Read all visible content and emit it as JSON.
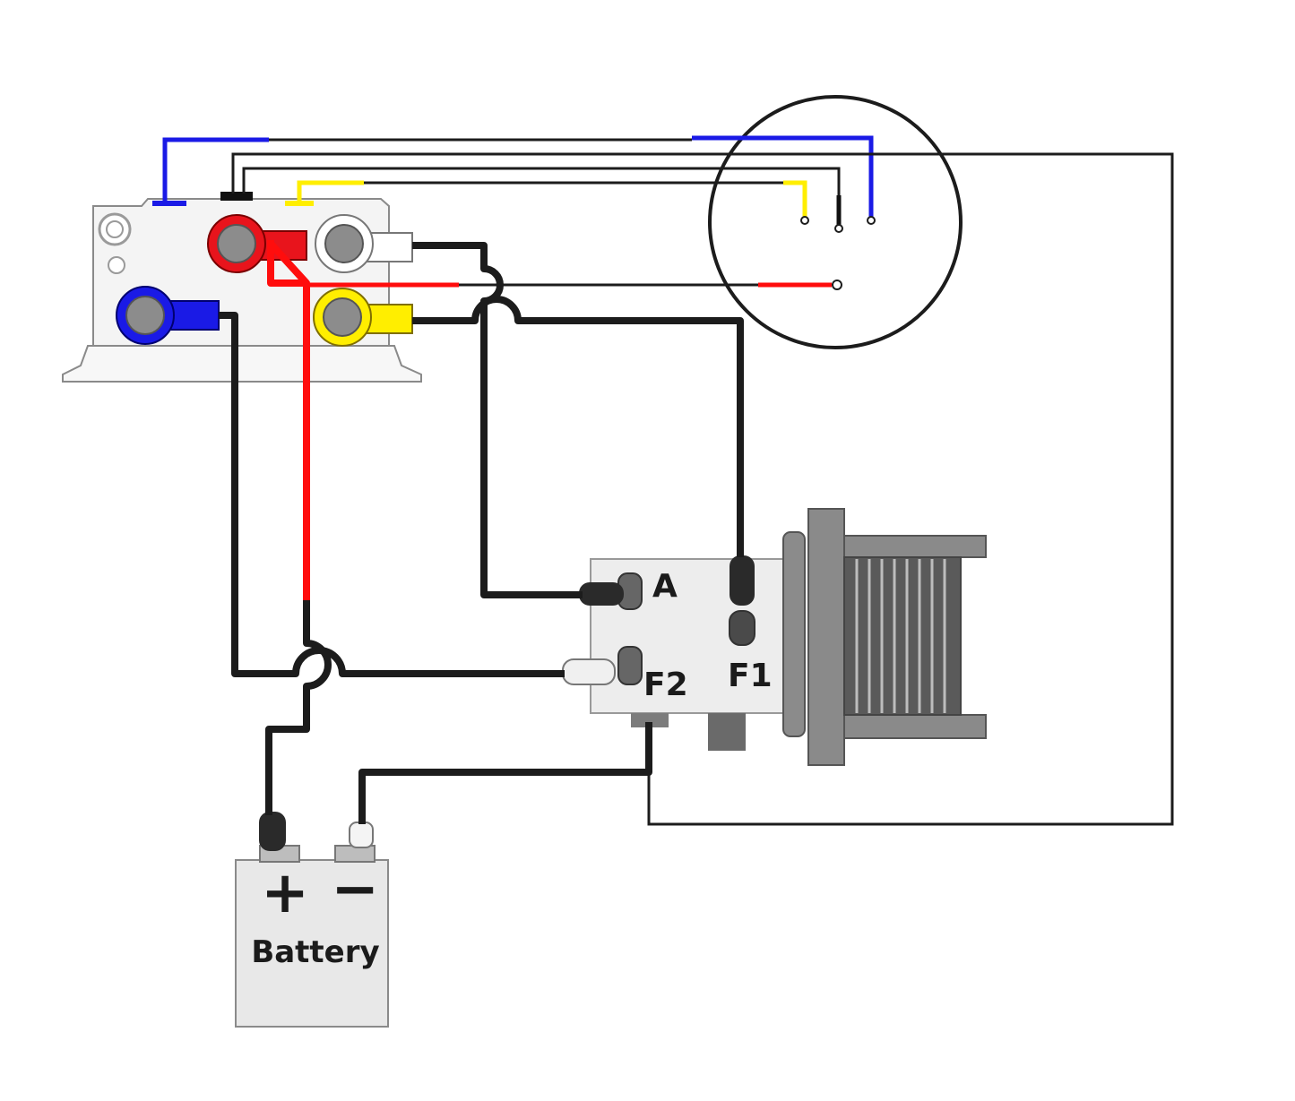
{
  "motor": {
    "terminal_a": "A",
    "terminal_f1": "F1",
    "terminal_f2": "F2"
  },
  "battery": {
    "label": "Battery",
    "positive_symbol": "+",
    "negative_symbol": "−"
  },
  "colors": {
    "positive_wire": "#ff0d0d",
    "ground_wire": "#1c1c1c",
    "blue_wire": "#1a1ae6",
    "yellow_wire": "#ffee00"
  }
}
